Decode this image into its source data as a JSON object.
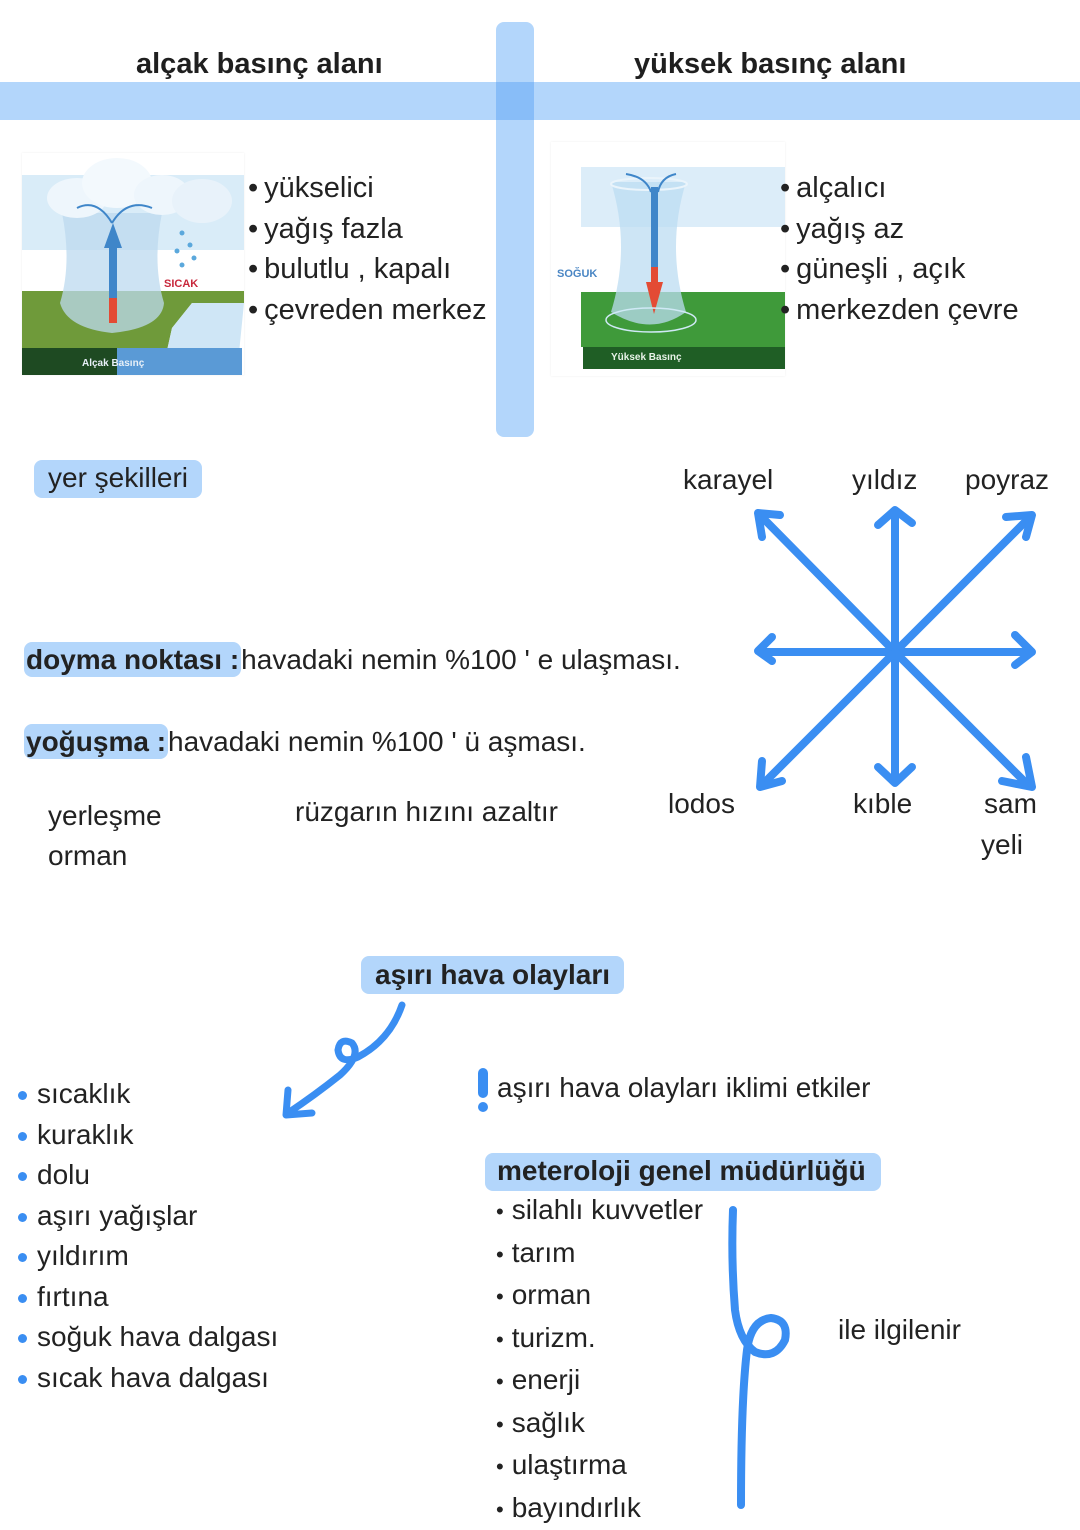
{
  "header": {
    "left_title": "alçak basınç alanı",
    "right_title": "yüksek basınç alanı"
  },
  "low_pressure": {
    "diagram": {
      "label_hot": "SICAK",
      "label_caption": "Alçak Basınç"
    },
    "points": [
      "yükselici",
      "yağış fazla",
      "bulutlu , kapalı",
      "çevreden merkez"
    ]
  },
  "high_pressure": {
    "diagram": {
      "label_cold": "SOĞUK",
      "label_caption": "Yüksek Basınç"
    },
    "points": [
      "alçalıcı",
      "yağış az",
      "güneşli , açık",
      "merkezden çevre"
    ]
  },
  "landforms": {
    "tag": "yer şekilleri"
  },
  "definitions": [
    {
      "term": "doyma noktası :",
      "text": "havadaki nemin %100 ' e ulaşması."
    },
    {
      "term": "yoğuşma :",
      "text": "havadaki nemin %100 ' ü aşması."
    }
  ],
  "wind_effect": {
    "items": [
      "yerleşme",
      "orman"
    ],
    "note": "rüzgarın hızını azaltır"
  },
  "compass": {
    "color": "#3a8ef2",
    "labels": {
      "nw": "karayel",
      "n": "yıldız",
      "ne": "poyraz",
      "sw": "lodos",
      "s": "kıble",
      "se_line1": "sam",
      "se_line2": "yeli"
    }
  },
  "extreme_weather": {
    "tag": "aşırı hava olayları",
    "items": [
      "sıcaklık",
      "kuraklık",
      "dolu",
      "aşırı yağışlar",
      "yıldırım",
      "fırtına",
      "soğuk hava dalgası",
      "sıcak hava dalgası"
    ],
    "note": "aşırı hava olayları iklimi etkiler"
  },
  "meteorology": {
    "tag": "meteroloji genel müdürlüğü",
    "items": [
      "silahlı kuvvetler",
      "tarım",
      "orman",
      "turizm.",
      "enerji",
      "sağlık",
      "ulaştırma",
      "bayındırlık"
    ],
    "suffix": "ile ilgilenir"
  },
  "colors": {
    "highlight": "#b3d6fb",
    "accent": "#3a8ef2"
  }
}
